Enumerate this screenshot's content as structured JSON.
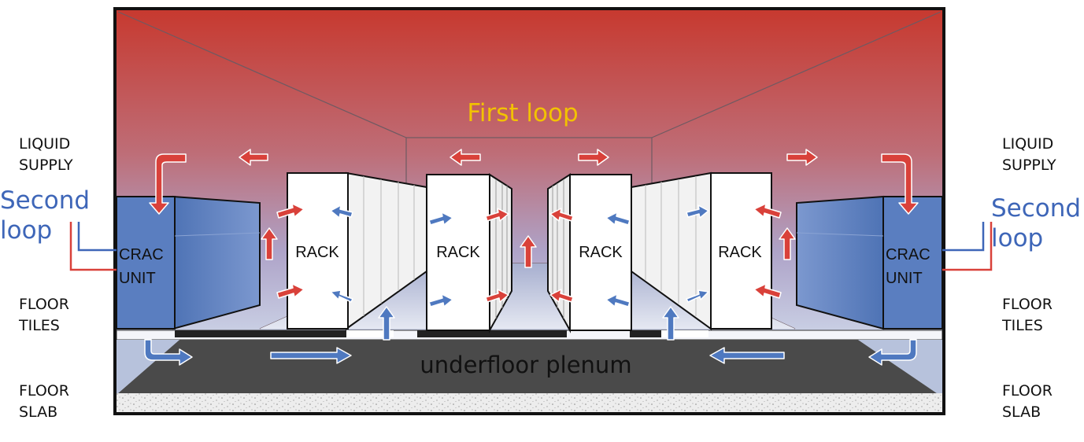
{
  "title": "First loop",
  "colors": {
    "first_loop": "#F2C200",
    "second_loop": "#3E66B8",
    "hot_air": "#D9413A",
    "cold_air": "#4F79C0",
    "crac": "#5F82C2",
    "plenum": "#4A4A4A"
  },
  "left_labels": {
    "liquid_supply": "LIQUID\nSUPPLY",
    "second_loop": "Second\nloop",
    "floor_tiles": "FLOOR\nTILES",
    "floor_slab": "FLOOR\nSLAB"
  },
  "right_labels": {
    "liquid_supply": "LIQUID\nSUPPLY",
    "second_loop": "Second\nloop",
    "floor_tiles": "FLOOR\nTILES",
    "floor_slab": "FLOOR\nSLAB"
  },
  "crac_left": "CRAC\nUNIT",
  "crac_right": "CRAC\nUNIT",
  "racks": [
    "RACK",
    "RACK",
    "RACK",
    "RACK"
  ],
  "plenum_label": "underfloor plenum"
}
